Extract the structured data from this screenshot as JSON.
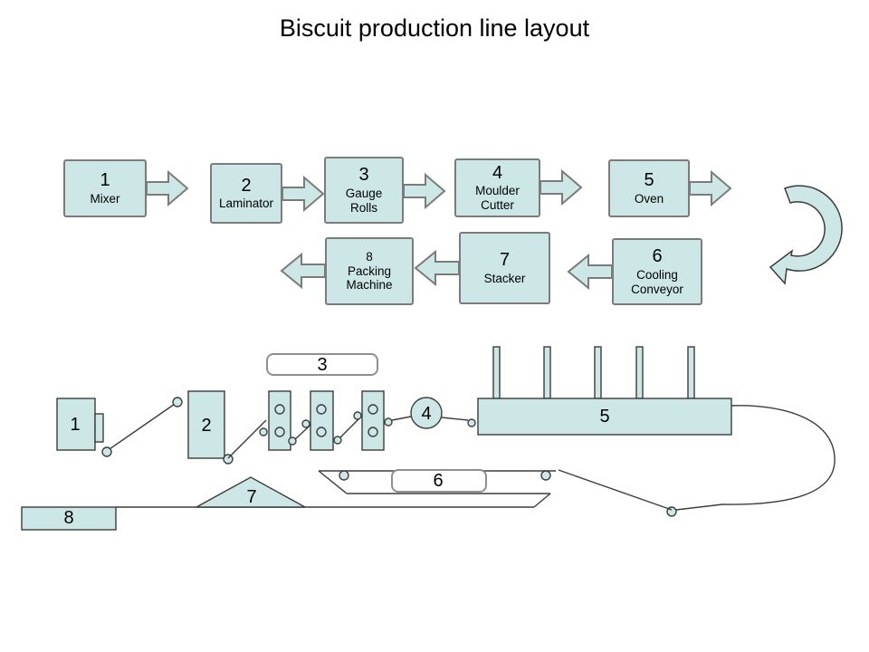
{
  "title": "Biscuit production line layout",
  "colors": {
    "shape-fill": "#cde7e7",
    "box-border": "#7b7b7b",
    "outline": "#3c3c3c",
    "label-border": "#8f8f8f",
    "text": "#000000"
  },
  "flowchart": {
    "stations": [
      {
        "num": "1",
        "lines": [
          "Mixer"
        ]
      },
      {
        "num": "2",
        "lines": [
          "Laminator"
        ]
      },
      {
        "num": "3",
        "lines": [
          "Gauge",
          "Rolls"
        ]
      },
      {
        "num": "4",
        "lines": [
          "Moulder",
          "Cutter"
        ]
      },
      {
        "num": "5",
        "lines": [
          "Oven"
        ]
      },
      {
        "num": "6",
        "lines": [
          "Cooling",
          "Conveyor"
        ]
      },
      {
        "num": "7",
        "lines": [
          "Stacker"
        ]
      },
      {
        "num": "8",
        "lines": [
          "Packing",
          "Machine"
        ]
      }
    ]
  },
  "schematic": {
    "labels": {
      "mixer": "1",
      "laminator": "2",
      "gauge_rolls": "3",
      "moulder_cutter": "4",
      "oven": "5",
      "cooling_conveyor": "6",
      "stacker": "7",
      "packing_machine": "8"
    }
  }
}
